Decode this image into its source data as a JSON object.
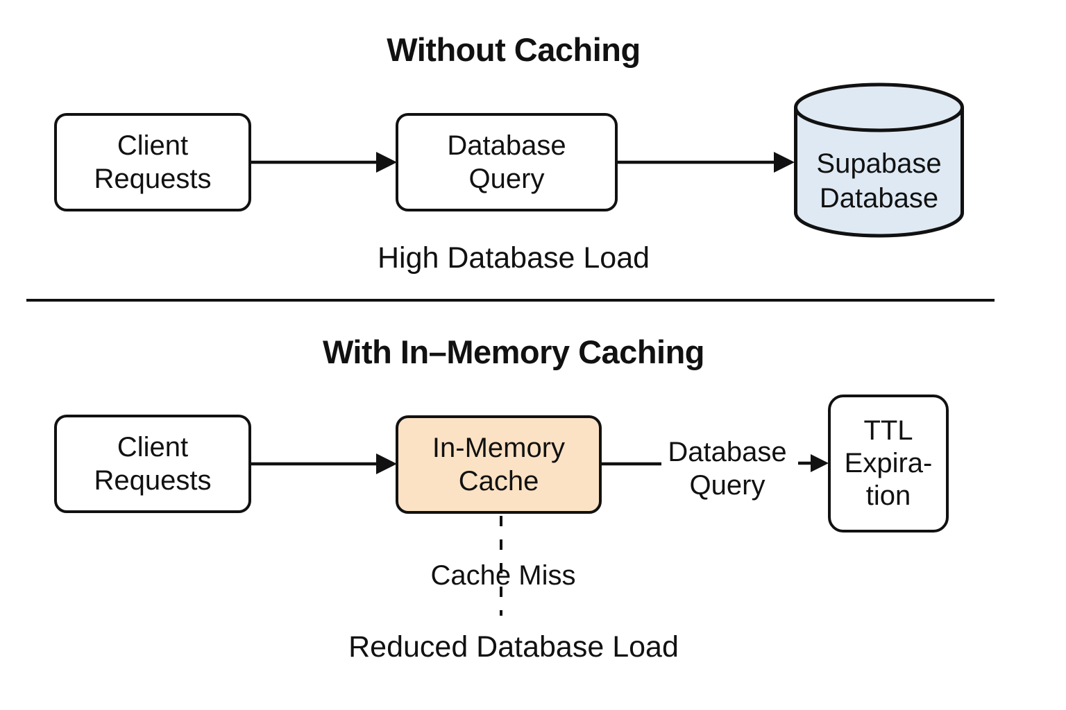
{
  "colors": {
    "line": "#111111",
    "text": "#111111",
    "box_fill": "#ffffff",
    "cache_fill": "#FBE2C4",
    "db_fill": "#DEE9F3"
  },
  "section_without": {
    "title": "Without Caching",
    "client_requests": {
      "lines": [
        "Client",
        "Requests"
      ]
    },
    "database_query": {
      "lines": [
        "Database",
        "Query"
      ]
    },
    "supabase_database": {
      "lines": [
        "Supabase",
        "Database"
      ]
    },
    "caption": "High Database Load"
  },
  "section_with": {
    "title": "With In–Memory Caching",
    "client_requests": {
      "lines": [
        "Client",
        "Requests"
      ]
    },
    "in_memory_cache": {
      "lines": [
        "In-Memory",
        "Cache"
      ]
    },
    "database_query_label": {
      "lines": [
        "Database",
        "Query"
      ]
    },
    "ttl_expiration": {
      "lines": [
        "TTL",
        "Expira-",
        "tion"
      ]
    },
    "cache_miss_label": "Cache Miss",
    "caption": "Reduced Database Load"
  }
}
